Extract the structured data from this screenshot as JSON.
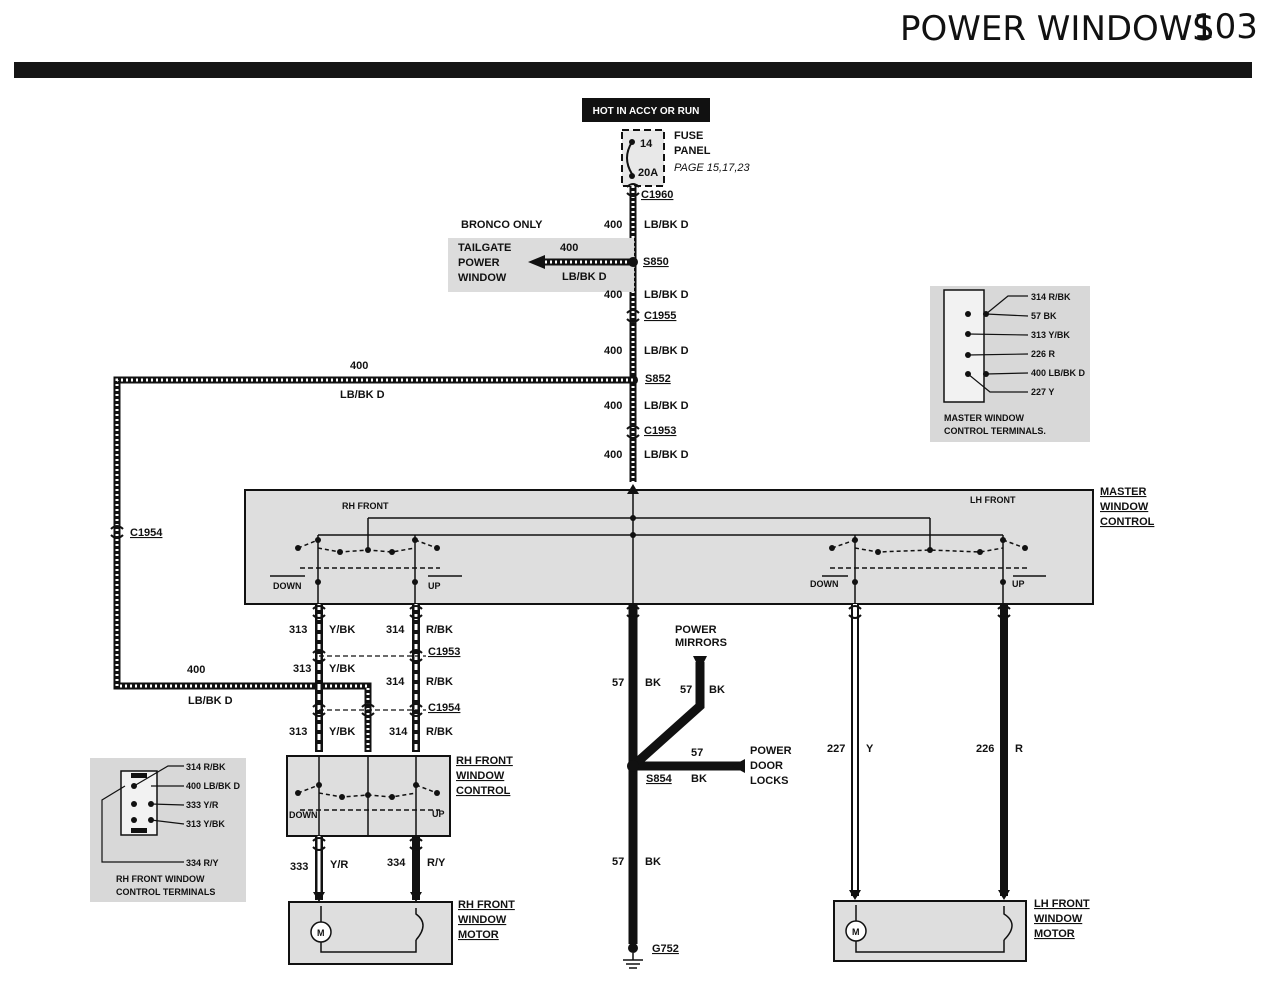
{
  "header": {
    "title": "POWER WINDOWS",
    "page_number": "103"
  },
  "power_source": {
    "label": "HOT IN ACCY OR RUN",
    "fuse_number": "14",
    "fuse_rating": "20A",
    "fuse_panel_label": [
      "FUSE",
      "PANEL"
    ],
    "fuse_panel_pages": "PAGE 15,17,23"
  },
  "connectors": {
    "c1960": "C1960",
    "c1955": "C1955",
    "c1953": "C1953",
    "c1954": "C1954",
    "s850": "S850",
    "s852": "S852",
    "s854": "S854",
    "g752": "G752"
  },
  "bronco": {
    "only_label": "BRONCO ONLY",
    "tailgate_label": [
      "TAILGATE",
      "POWER",
      "WINDOW"
    ],
    "circuit": "400",
    "color": "LB/BK D"
  },
  "main_feed": {
    "circuit": "400",
    "color": "LB/BK D"
  },
  "rh_loop": {
    "circuit": "400",
    "color": "LB/BK D"
  },
  "master": {
    "label": [
      "MASTER",
      "WINDOW",
      "CONTROL"
    ],
    "rh_front": "RH FRONT",
    "lh_front": "LH FRONT",
    "down": "DOWN",
    "up": "UP"
  },
  "master_terminals": {
    "pins": [
      "314 R/BK",
      "57 BK",
      "313 Y/BK",
      "226 R",
      "400 LB/BK D",
      "227 Y"
    ],
    "caption": [
      "MASTER WINDOW",
      "CONTROL TERMINALS."
    ]
  },
  "rh_wires": {
    "w313": "313",
    "y_bk": "Y/BK",
    "w314": "314",
    "r_bk": "R/BK",
    "w333": "333",
    "y_r": "Y/R",
    "w334": "334",
    "r_y": "R/Y"
  },
  "rh_control": {
    "label": [
      "RH FRONT",
      "WINDOW",
      "CONTROL"
    ],
    "down": "DOWN",
    "up": "UP"
  },
  "rh_terminals": {
    "pins": [
      "314 R/BK",
      "400 LB/BK D",
      "333 Y/R",
      "313 Y/BK",
      "334 R/Y"
    ],
    "caption": [
      "RH FRONT WINDOW",
      "CONTROL TERMINALS"
    ]
  },
  "rh_motor": {
    "label": [
      "RH FRONT",
      "WINDOW",
      "MOTOR"
    ],
    "symbol": "M"
  },
  "lh_motor": {
    "label": [
      "LH FRONT",
      "WINDOW",
      "MOTOR"
    ],
    "symbol": "M"
  },
  "ground_wire": {
    "circuit": "57",
    "color": "BK"
  },
  "power_mirrors": {
    "label": [
      "POWER",
      "MIRRORS"
    ],
    "circuit": "57",
    "color": "BK"
  },
  "power_door_locks": {
    "label": [
      "POWER",
      "DOOR",
      "LOCKS"
    ],
    "circuit": "57",
    "color": "BK"
  },
  "lh_wires": {
    "w227": "227",
    "y": "Y",
    "w226": "226",
    "r": "R"
  }
}
